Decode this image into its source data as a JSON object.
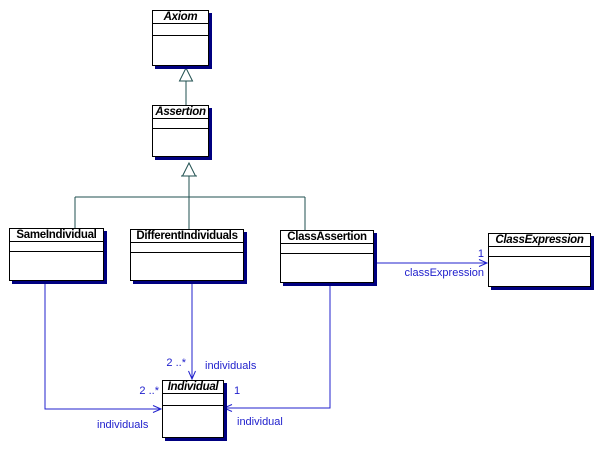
{
  "classes": {
    "axiom": {
      "name": "Axiom",
      "abstract": true
    },
    "assertion": {
      "name": "Assertion",
      "abstract": true
    },
    "same_individual": {
      "name": "SameIndividual",
      "abstract": false
    },
    "different_individuals": {
      "name": "DifferentIndividuals",
      "abstract": false
    },
    "class_assertion": {
      "name": "ClassAssertion",
      "abstract": false
    },
    "class_expression": {
      "name": "ClassExpression",
      "abstract": true
    },
    "individual": {
      "name": "Individual",
      "abstract": true
    }
  },
  "generalizations": [
    {
      "from": "Assertion",
      "to": "Axiom"
    },
    {
      "from": "SameIndividual",
      "to": "Assertion"
    },
    {
      "from": "DifferentIndividuals",
      "to": "Assertion"
    },
    {
      "from": "ClassAssertion",
      "to": "Assertion"
    }
  ],
  "associations": {
    "class_assertion_class_expression": {
      "from": "ClassAssertion",
      "to": "ClassExpression",
      "multiplicity": "1",
      "label": "classExpression"
    },
    "different_individuals_individual": {
      "from": "DifferentIndividuals",
      "to": "Individual",
      "multiplicity": "2 ..*",
      "label": "individuals"
    },
    "same_individual_individual": {
      "from": "SameIndividual",
      "to": "Individual",
      "multiplicity": "2 ..*",
      "label": "individuals"
    },
    "class_assertion_individual": {
      "from": "ClassAssertion",
      "to": "Individual",
      "multiplicity": "1",
      "label": "individual"
    }
  },
  "colors": {
    "association": "#2121cd",
    "generalization": "#1f4f4f",
    "box_border": "#000000",
    "box_shadow": "#000080",
    "background": "#ffffff",
    "class_name_text": "#000000"
  }
}
